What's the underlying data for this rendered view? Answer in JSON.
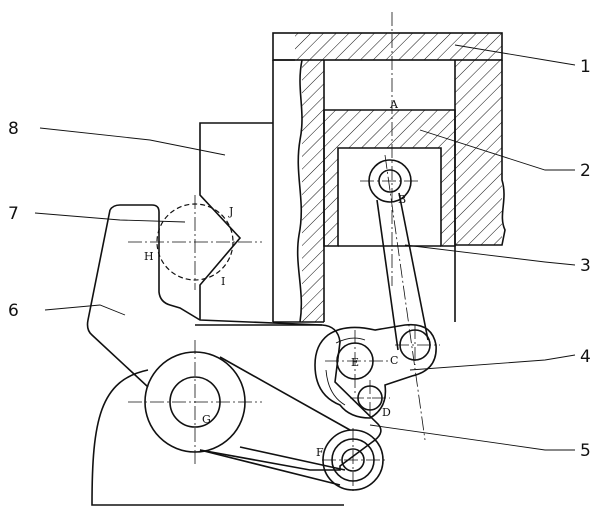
{
  "diagram": {
    "part_numbers": [
      {
        "id": "p1",
        "text": "1"
      },
      {
        "id": "p2",
        "text": "2"
      },
      {
        "id": "p3",
        "text": "3"
      },
      {
        "id": "p4",
        "text": "4"
      },
      {
        "id": "p5",
        "text": "5"
      },
      {
        "id": "p6",
        "text": "6"
      },
      {
        "id": "p7",
        "text": "7"
      },
      {
        "id": "p8",
        "text": "8"
      }
    ],
    "point_labels": {
      "A": "A",
      "B": "B",
      "C": "C",
      "D": "D",
      "E": "E",
      "F": "F",
      "G": "G",
      "H": "H",
      "I": "I",
      "J": "J"
    }
  }
}
